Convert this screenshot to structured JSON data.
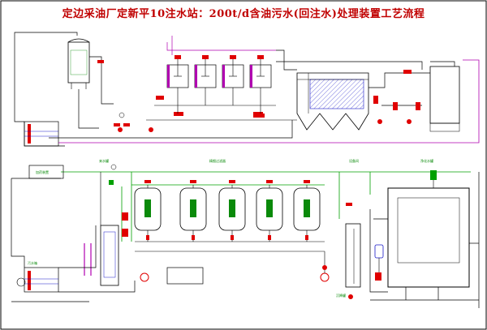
{
  "title": "定边采油厂定新平10注水站：200t/d含油污水(回注水)处理装置工艺流程",
  "labels": {
    "dose_device": "加药装置",
    "fine_filters": "精细过滤器",
    "clean_tank": "净化水罐",
    "header_tank": "污水箱",
    "settling_tank": "沉降罐",
    "equipment": "设备间",
    "inlet_tank": "来水罐"
  },
  "colors": {
    "pipe_black": "#000000",
    "pipe_green": "#00a000",
    "pipe_magenta": "#b000b0",
    "valve_red": "#e00000",
    "vessel_blue": "#1a1ac8",
    "label_green": "#0a8a0a",
    "title_red": "#c00000"
  }
}
